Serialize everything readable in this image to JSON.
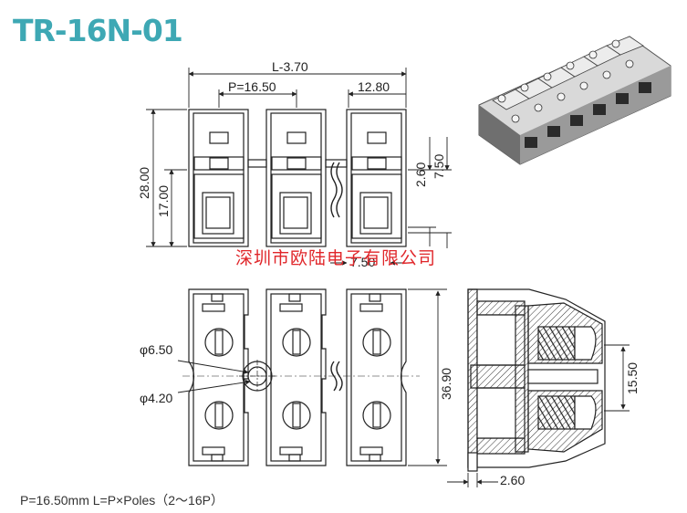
{
  "title": "TR-16N-01",
  "watermark": "深圳市欧陆电子有限公司",
  "footer": "P=16.50mm  L=P×Poles（2～16P）",
  "dims": {
    "L": "L-3.70",
    "P": "P=16.50",
    "w1280": "12.80",
    "h2800": "28.00",
    "h1700": "17.00",
    "h260": "2.60",
    "h750": "7.50",
    "w750": "7.50",
    "d650": "φ6.50",
    "d420": "φ4.20",
    "h3690": "36.90",
    "h1550": "15.50",
    "w260": "2.60"
  },
  "colors": {
    "title": "#3ea8b4",
    "watermark": "#e0262a",
    "line": "#222222"
  }
}
